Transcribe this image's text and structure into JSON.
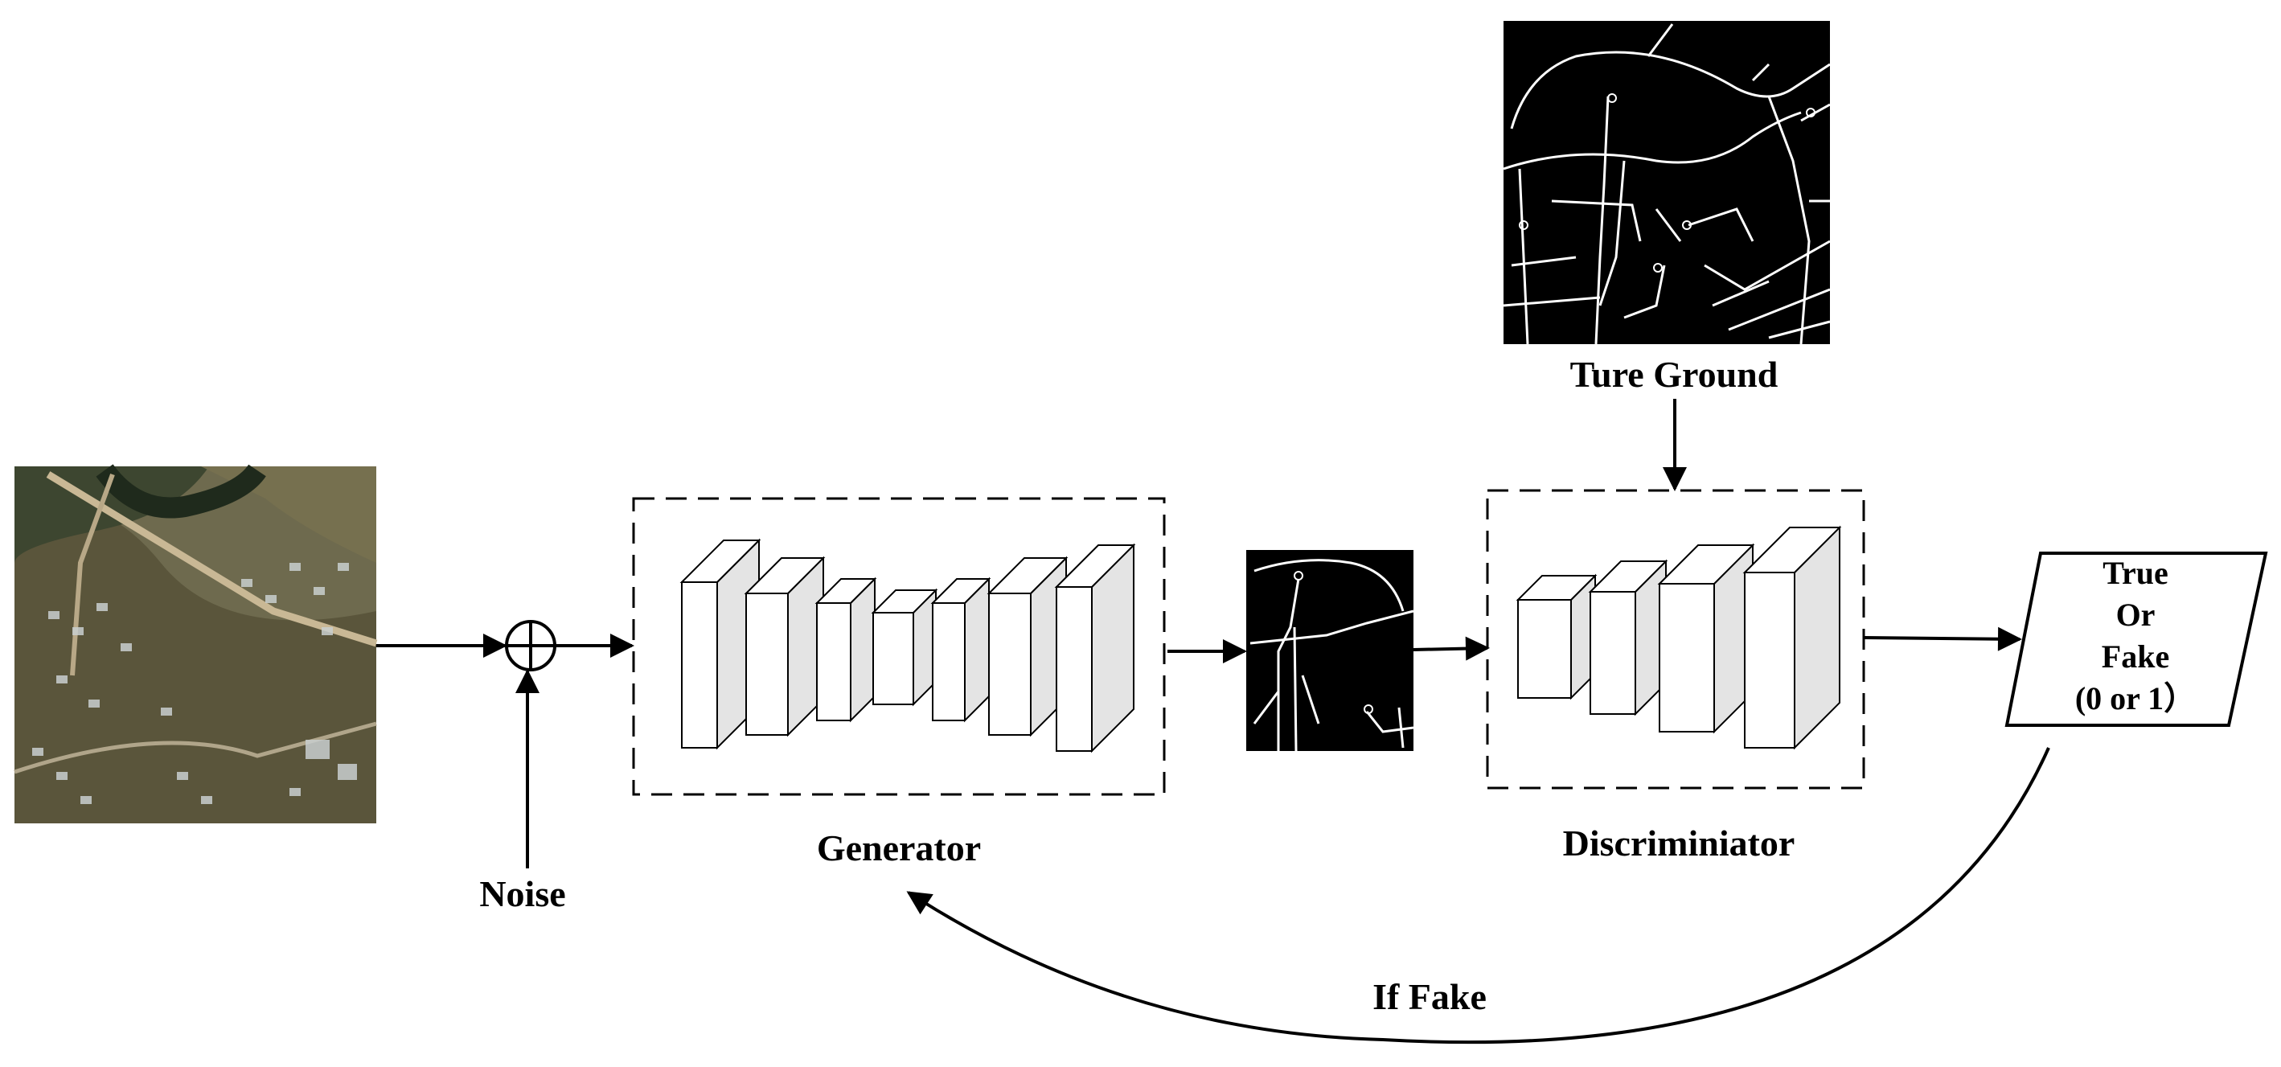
{
  "diagram": {
    "title": "",
    "nodes": {
      "input_image": {
        "kind": "satellite-photo"
      },
      "noise": {
        "label": "Noise"
      },
      "sum": {
        "kind": "addition-operator"
      },
      "generator": {
        "label": "Generator"
      },
      "generated_map": {
        "kind": "road-map-output"
      },
      "ground_truth": {
        "label": "Ture Ground",
        "kind": "road-map-ground-truth"
      },
      "discriminator": {
        "label": "Discriminiator"
      },
      "output": {
        "lines": [
          "True",
          "Or",
          "Fake",
          "(0 or 1）"
        ]
      }
    },
    "edges": [
      {
        "from": "input_image",
        "to": "sum"
      },
      {
        "from": "noise",
        "to": "sum"
      },
      {
        "from": "sum",
        "to": "generator"
      },
      {
        "from": "generator",
        "to": "generated_map"
      },
      {
        "from": "generated_map",
        "to": "discriminator"
      },
      {
        "from": "ground_truth",
        "to": "discriminator"
      },
      {
        "from": "discriminator",
        "to": "output"
      },
      {
        "from": "output",
        "to": "generator",
        "label": "If Fake"
      }
    ],
    "colors": {
      "line": "#000000",
      "block_front": "#ffffff",
      "block_side": "#e4e4e4",
      "map_bg": "#000000",
      "road": "#ffffff"
    }
  }
}
